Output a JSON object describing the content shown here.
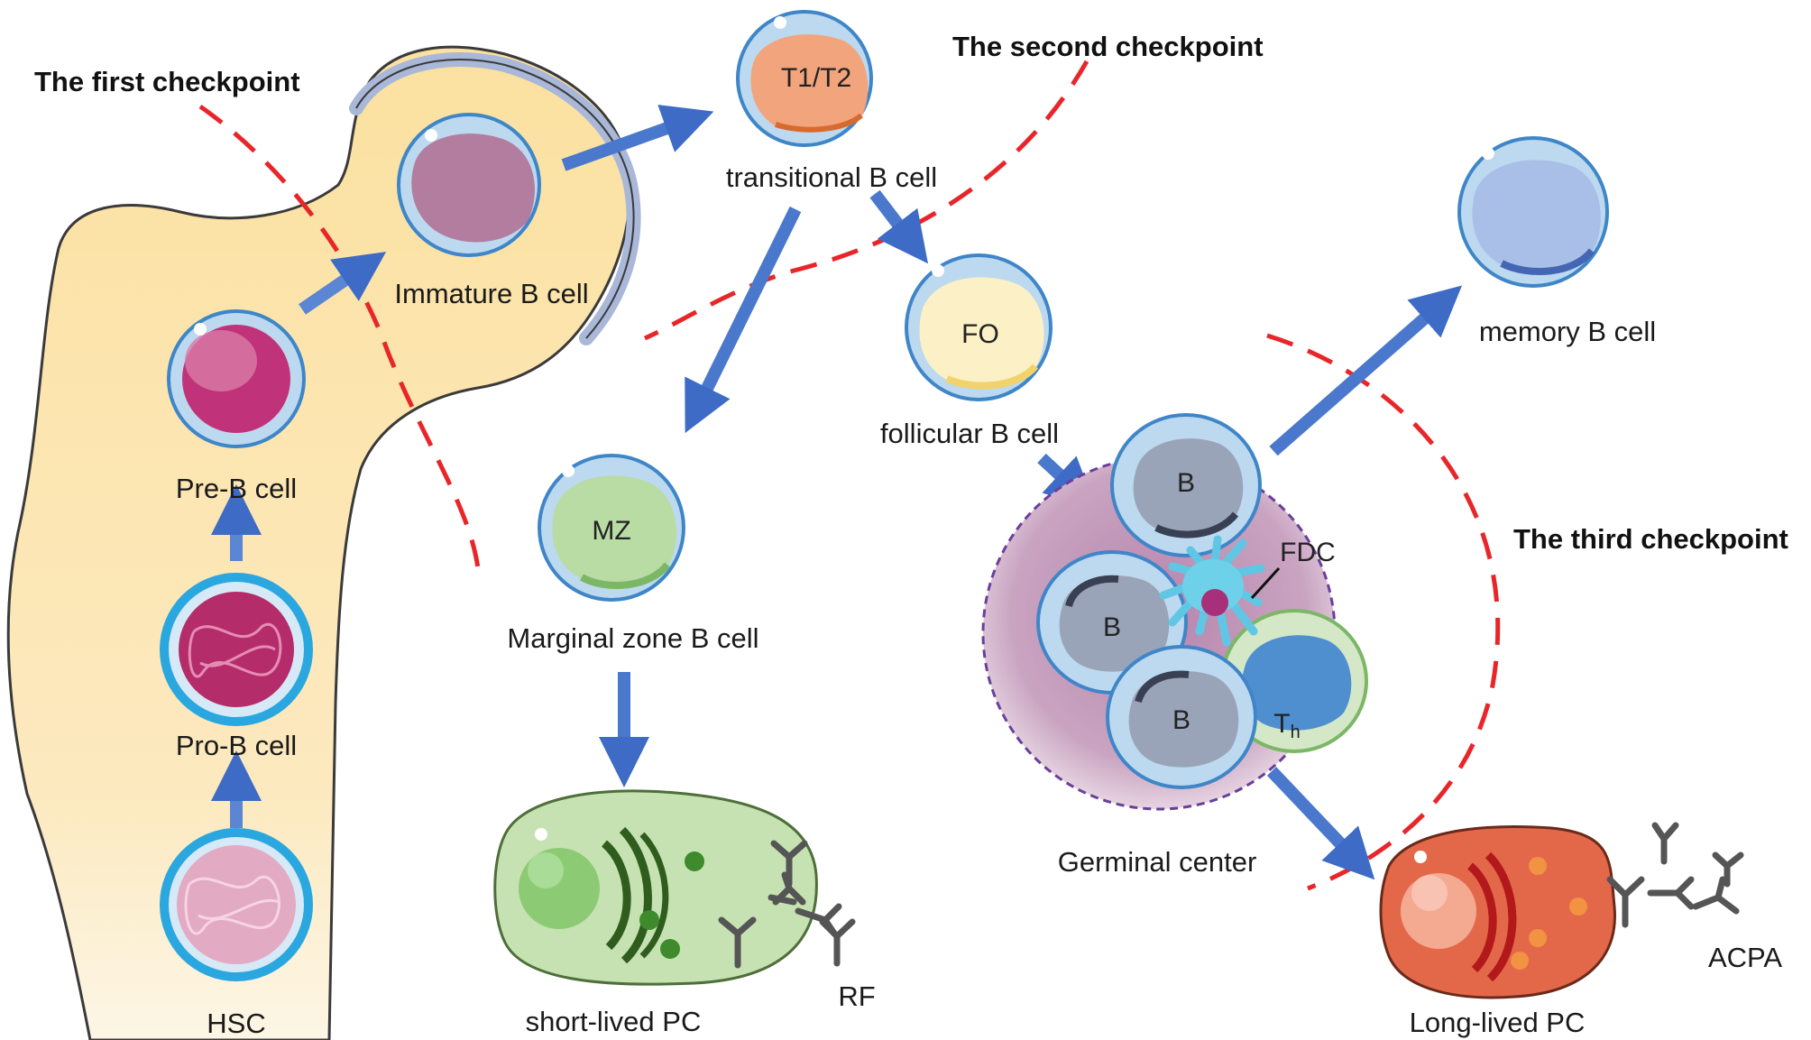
{
  "colors": {
    "bone": "#fbe3a0",
    "checkpoint_line": "#e8262a",
    "arrow": "#3d6bc6",
    "germinal_center": "#a06a93",
    "germinal_border": "#6a3f9a"
  },
  "checkpoints": {
    "first": "The first checkpoint",
    "second": "The second checkpoint",
    "third": "The third checkpoint"
  },
  "cells": {
    "hsc": "HSC",
    "pro_b": "Pro-B cell",
    "pre_b": "Pre-B cell",
    "immature_b": "Immature B cell",
    "transitional_inner": "T1/T2",
    "transitional": "transitional B cell",
    "follicular_inner": "FO",
    "follicular": "follicular B cell",
    "marginal_inner": "MZ",
    "marginal": "Marginal zone B cell",
    "memory": "memory B cell",
    "short_lived_pc": "short-lived PC",
    "long_lived_pc": "Long-lived PC"
  },
  "germinal": {
    "label": "Germinal center",
    "b": "B",
    "fdc": "FDC",
    "th_main": "T",
    "th_sub": "h"
  },
  "antibodies": {
    "rf": "RF",
    "acpa": "ACPA"
  }
}
